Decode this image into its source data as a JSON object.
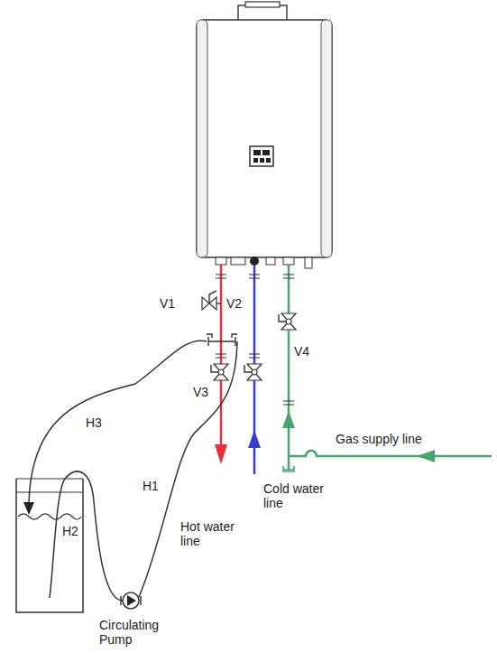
{
  "diagram": {
    "labels": [
      "V1",
      "V2",
      "V3",
      "V4",
      "H3",
      "H1",
      "H2",
      "Gas supply line",
      "Cold water line",
      "Hot water line",
      "Circulating Pump"
    ]
  }
}
